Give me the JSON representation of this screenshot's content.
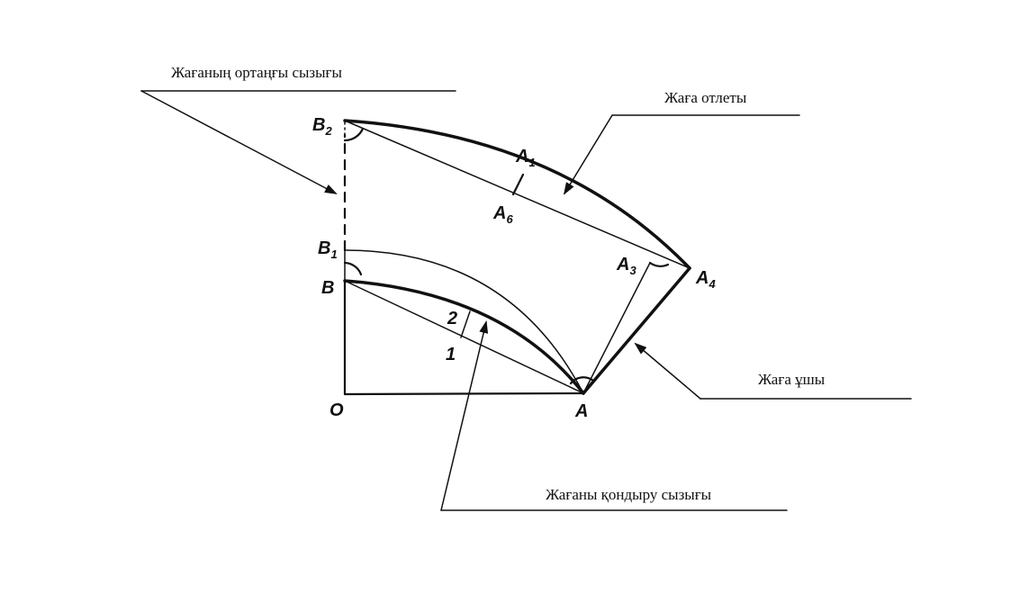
{
  "labels": {
    "collar_center_line": "Жағаның ортаңғы сызығы",
    "collar_stand": "Жаға отлеты",
    "collar_end": "Жаға ұшы",
    "collar_attach_line": "Жағаны қондыру сызығы"
  },
  "points": {
    "O": "O",
    "A": "A",
    "B": "B",
    "B1": {
      "letter": "B",
      "sub": "1"
    },
    "B2": {
      "letter": "B",
      "sub": "2"
    },
    "A1": {
      "letter": "A",
      "sub": "1"
    },
    "A3": {
      "letter": "A",
      "sub": "3"
    },
    "A4": {
      "letter": "A",
      "sub": "4"
    },
    "A6": {
      "letter": "A",
      "sub": "6"
    },
    "n1": "1",
    "n2": "2"
  },
  "colors": {
    "ink": "#111111",
    "background": "#ffffff"
  }
}
